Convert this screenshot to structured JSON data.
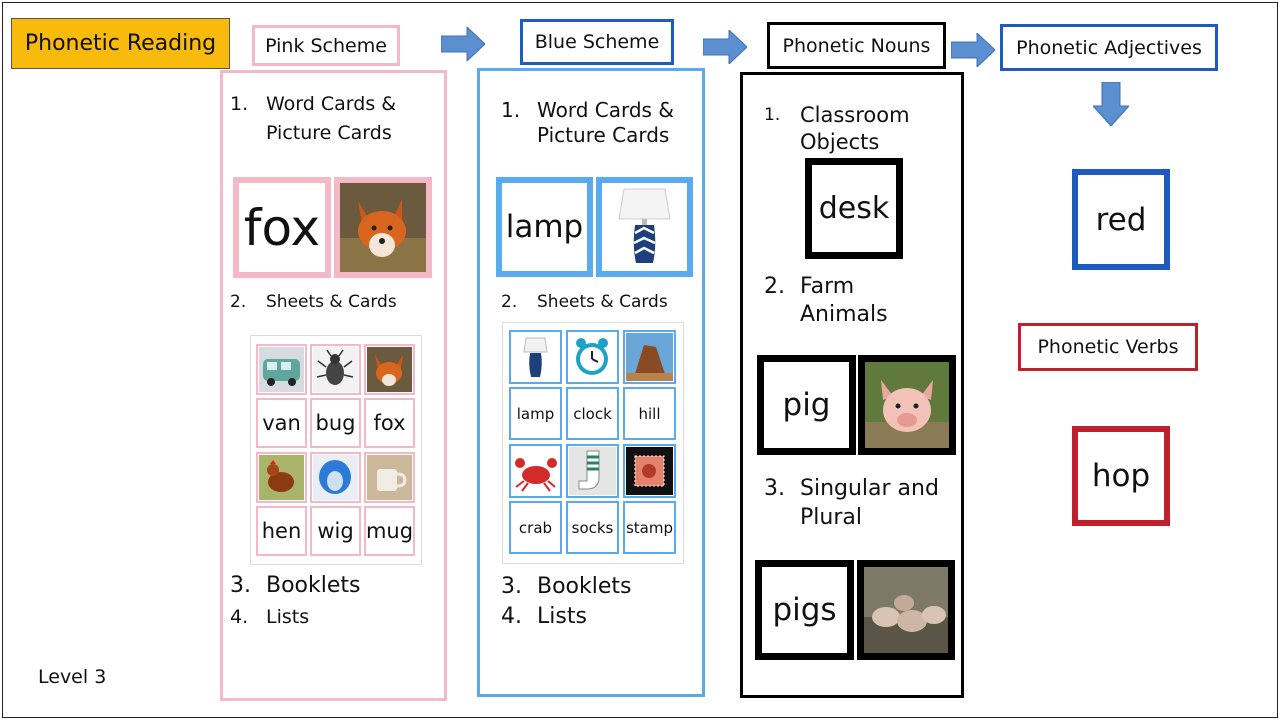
{
  "title": "Phonetic Reading",
  "level": "Level 3",
  "stages": {
    "pink": "Pink Scheme",
    "blue": "Blue Scheme",
    "nouns": "Phonetic Nouns",
    "adjectives": "Phonetic Adjectives",
    "verbs": "Phonetic Verbs"
  },
  "pink_column": {
    "item1": {
      "num": "1.",
      "text_line1": "Word Cards &",
      "text_line2": "Picture Cards"
    },
    "word_card": "fox",
    "item2": {
      "num": "2.",
      "text": "Sheets & Cards"
    },
    "sheet_words": [
      "van",
      "bug",
      "fox",
      "hen",
      "wig",
      "mug"
    ],
    "item3": {
      "num": "3.",
      "text": "Booklets"
    },
    "item4": {
      "num": "4.",
      "text": "Lists"
    }
  },
  "blue_column": {
    "item1": {
      "num": "1.",
      "text_line1": "Word Cards &",
      "text_line2": "Picture Cards"
    },
    "word_card": "lamp",
    "item2": {
      "num": "2.",
      "text": "Sheets & Cards"
    },
    "sheet_words": [
      "lamp",
      "clock",
      "hill",
      "crab",
      "socks",
      "stamp"
    ],
    "item3": {
      "num": "3.",
      "text": "Booklets"
    },
    "item4": {
      "num": "4.",
      "text": "Lists"
    }
  },
  "nouns_column": {
    "item1": {
      "num": "1.",
      "text_line1": "Classroom",
      "text_line2": "Objects"
    },
    "card1": "desk",
    "item2": {
      "num": "2.",
      "text_line1": "Farm",
      "text_line2": "Animals"
    },
    "card2": "pig",
    "item3": {
      "num": "3.",
      "text_line1": "Singular and",
      "text_line2": "Plural"
    },
    "card3": "pigs"
  },
  "adjective_card": "red",
  "verb_card": "hop",
  "colors": {
    "pink": "#f4b8c6",
    "lightblue": "#5aabee",
    "darkblue": "#1f5bbf",
    "red": "#c0202e",
    "black": "#000000",
    "arrow": "#5b8fd0",
    "gold": "#f8bb0c"
  },
  "icons": [
    "arrow-right-icon",
    "arrow-down-icon"
  ]
}
